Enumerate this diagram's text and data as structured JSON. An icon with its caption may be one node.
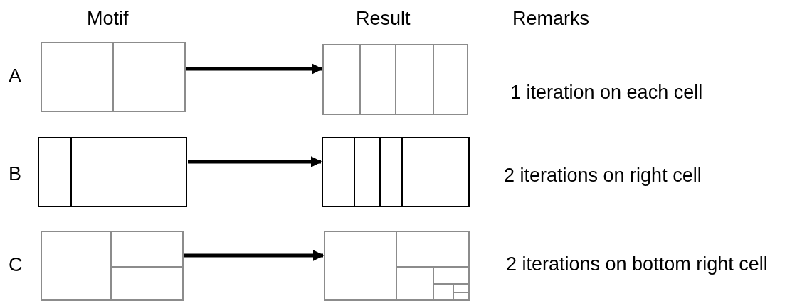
{
  "diagram": {
    "nodes": [
      {
        "text": [],
        "shape": "box"
      },
      {
        "text": [],
        "shape": "box"
      },
      {
        "text": [],
        "shape": "box"
      },
      {
        "text": [],
        "shape": "box"
      },
      {
        "text": [],
        "shape": "box"
      },
      {
        "text": [],
        "shape": "box"
      }
    ],
    "edges": [
      {
        "from": 0,
        "to": 1,
        "arrow": "to"
      },
      {
        "from": 2,
        "to": 3,
        "arrow": "to"
      },
      {
        "from": 4,
        "to": 5,
        "arrow": "to"
      }
    ],
    "labels": [
      "Motif",
      "Result",
      "Remarks",
      "A",
      "1 iteration on each cell",
      "B",
      "2 iterations on right cell",
      "C",
      "2 iterations on bottom right cell"
    ]
  }
}
